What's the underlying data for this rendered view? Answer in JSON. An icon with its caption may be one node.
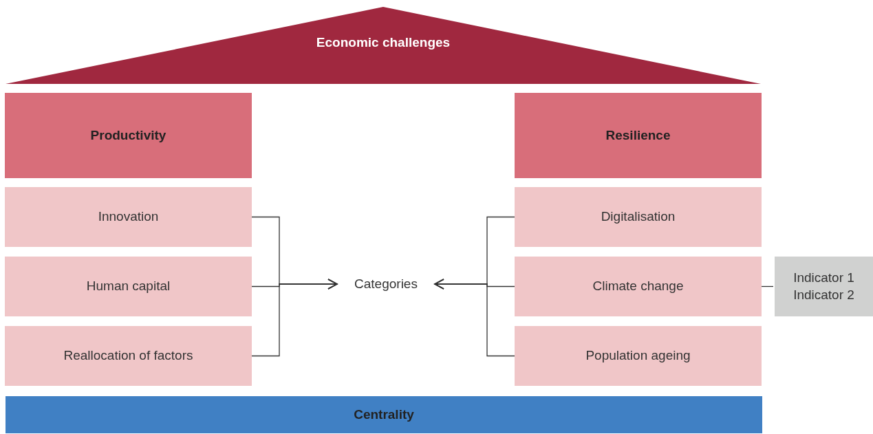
{
  "diagram": {
    "nodes": [
      {
        "text": [
          "Economic challenges"
        ]
      },
      {
        "text": [
          "Productivity"
        ]
      },
      {
        "text": [
          "Resilience"
        ]
      },
      {
        "text": [
          "Innovation"
        ]
      },
      {
        "text": [
          "Human capital"
        ]
      },
      {
        "text": [
          "Reallocation of factors"
        ]
      },
      {
        "text": [
          "Categories"
        ]
      },
      {
        "text": [
          "Digitalisation"
        ]
      },
      {
        "text": [
          "Climate change"
        ]
      },
      {
        "text": [
          "Population ageing"
        ]
      },
      {
        "text": [
          "Indicator 1",
          "Indicator 2"
        ]
      },
      {
        "text": [
          "Centrality"
        ]
      }
    ],
    "edges": [
      {
        "from": 3,
        "to": 6,
        "arrow": "to"
      },
      {
        "from": 4,
        "to": 6,
        "arrow": "to"
      },
      {
        "from": 5,
        "to": 6,
        "arrow": "to"
      },
      {
        "from": 7,
        "to": 6,
        "arrow": "to"
      },
      {
        "from": 8,
        "to": 6,
        "arrow": "to"
      },
      {
        "from": 9,
        "to": 6,
        "arrow": "to"
      },
      {
        "from": 8,
        "to": 10,
        "arrow": "none"
      }
    ]
  }
}
